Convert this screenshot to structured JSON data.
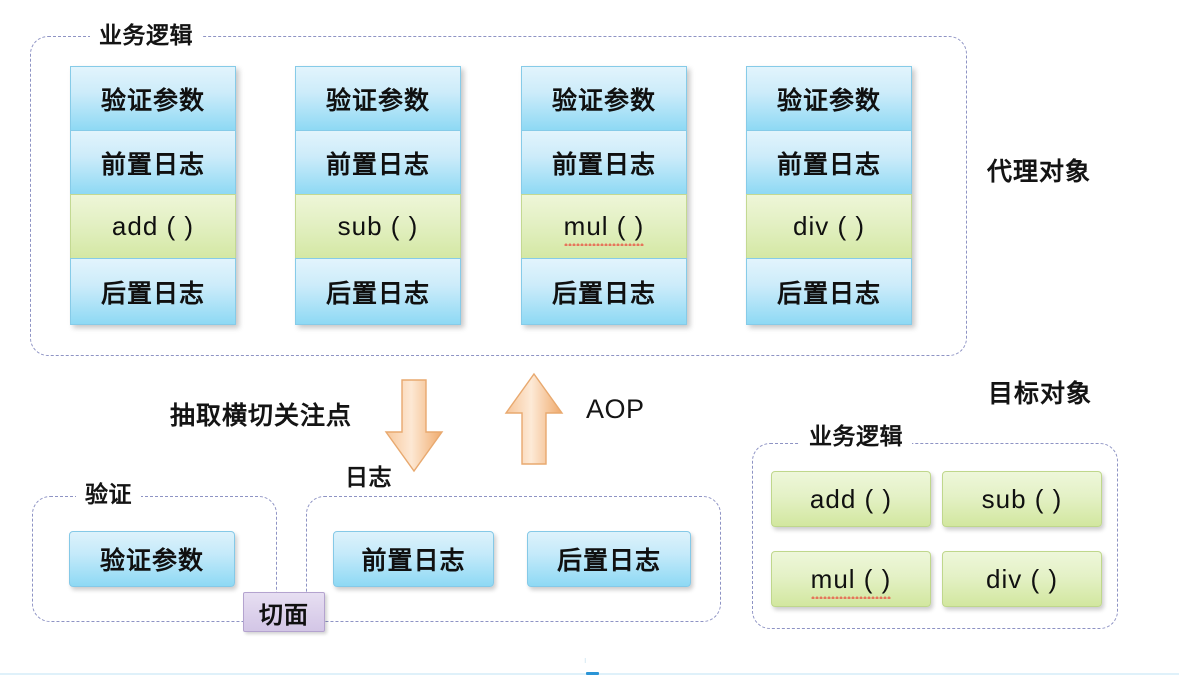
{
  "diagram": {
    "title_top_right": "代理对象",
    "title_bottom_right": "目标对象",
    "proxy_group_label": "业务逻辑",
    "target_group_label": "业务逻辑",
    "validate_group_label": "验证",
    "log_group_label": "日志",
    "aspect_label": "切面",
    "extract_label": "抽取横切关注点",
    "aop_label": "AOP"
  },
  "proxy_columns": [
    {
      "method": "add ( )",
      "method_misspelled": false,
      "cells": [
        "验证参数",
        "前置日志",
        "add ( )",
        "后置日志"
      ]
    },
    {
      "method": "sub ( )",
      "method_misspelled": false,
      "cells": [
        "验证参数",
        "前置日志",
        "sub ( )",
        "后置日志"
      ]
    },
    {
      "method": "mul ( )",
      "method_misspelled": true,
      "cells": [
        "验证参数",
        "前置日志",
        "mul ( )",
        "后置日志"
      ]
    },
    {
      "method": "div ( )",
      "method_misspelled": false,
      "cells": [
        "验证参数",
        "前置日志",
        "div ( )",
        "后置日志"
      ]
    }
  ],
  "validate_boxes": [
    "验证参数"
  ],
  "log_boxes": [
    "前置日志",
    "后置日志"
  ],
  "target_boxes": [
    {
      "label": "add ( )",
      "misspelled": false
    },
    {
      "label": "sub ( )",
      "misspelled": false
    },
    {
      "label": "mul ( )",
      "misspelled": true
    },
    {
      "label": "div ( )",
      "misspelled": false
    }
  ],
  "colors": {
    "blue_fill": "#8ed9f4",
    "blue_light": "#ddf2fb",
    "green_fill": "#d2e79f",
    "green_light": "#eef7da",
    "purple_fill": "#d3c6e6",
    "arrow_orange": "#f2b47c",
    "dashed_border": "#8e93c4",
    "spellcheck_red": "#e8604c",
    "progress_blue": "#2b95d6"
  }
}
